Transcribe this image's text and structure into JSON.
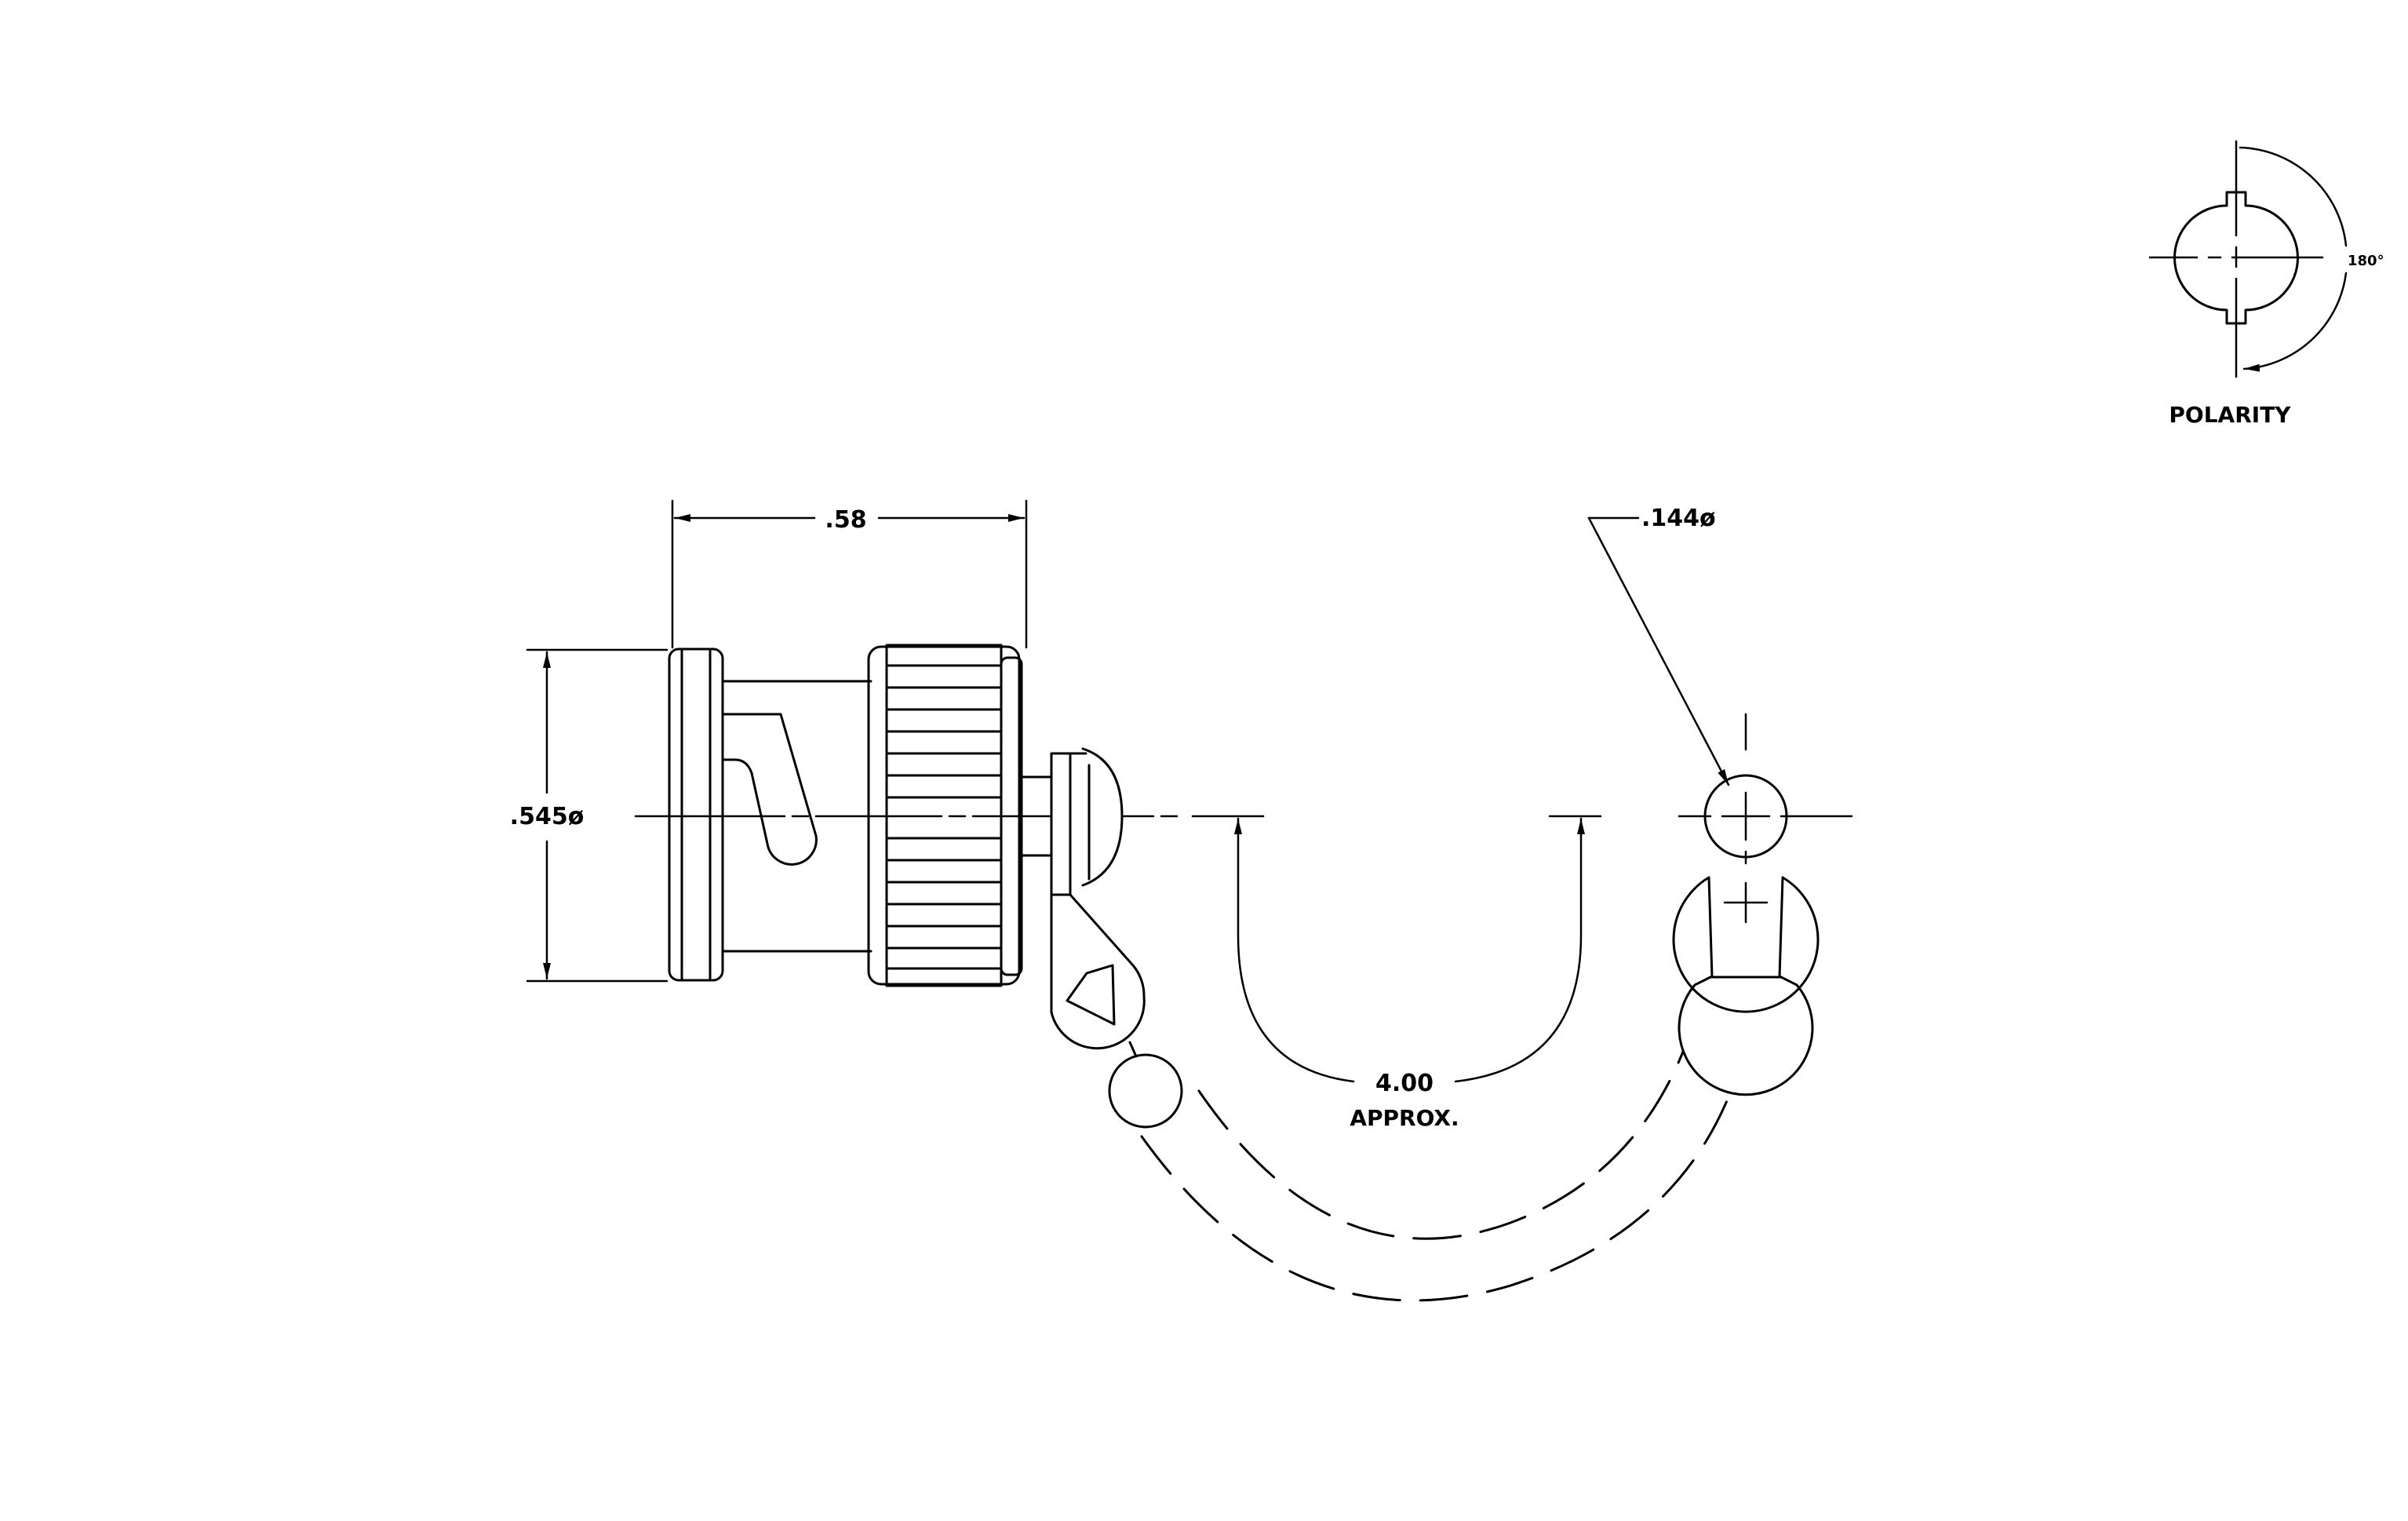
{
  "drawing": {
    "dimensions": {
      "length": ".58",
      "outer_diameter": ".545ø",
      "hole_diameter": ".144ø",
      "chain_length": "4.00",
      "chain_note": "APPROX."
    },
    "polarity": {
      "angle": "180°",
      "label": "POLARITY"
    },
    "colors": {
      "line": "#000000",
      "background": "#ffffff"
    }
  }
}
